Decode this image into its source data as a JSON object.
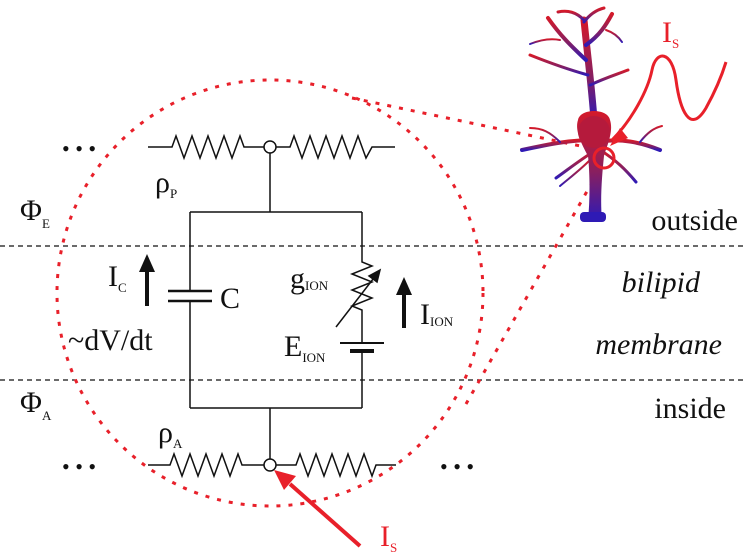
{
  "figure": {
    "left_ellipsis": "• • •",
    "right_ellipsis": "• • •",
    "top_ellipsis": "• • •",
    "rho": "ρ",
    "rho_p_sub": "P",
    "rho_a_sub": "A",
    "phi": "Φ",
    "phi_e_sub": "E",
    "phi_a_sub": "A",
    "i_c_main": "I",
    "i_c_sub": "C",
    "dvdt": "~dV/dt",
    "c_label": "C",
    "g_main": "g",
    "g_sub": "ION",
    "i_ion_main": "I",
    "i_ion_sub": "ION",
    "e_main": "E",
    "e_sub": "ION",
    "outside": "outside",
    "bilipid": "bilipid",
    "membrane": "membrane",
    "inside": "inside",
    "is_main": "I",
    "is_sub": "S"
  },
  "colors": {
    "red": "#e8202a",
    "neuron_top": "#d0182c",
    "neuron_bottom": "#3a1aa8",
    "line": "#111111"
  }
}
